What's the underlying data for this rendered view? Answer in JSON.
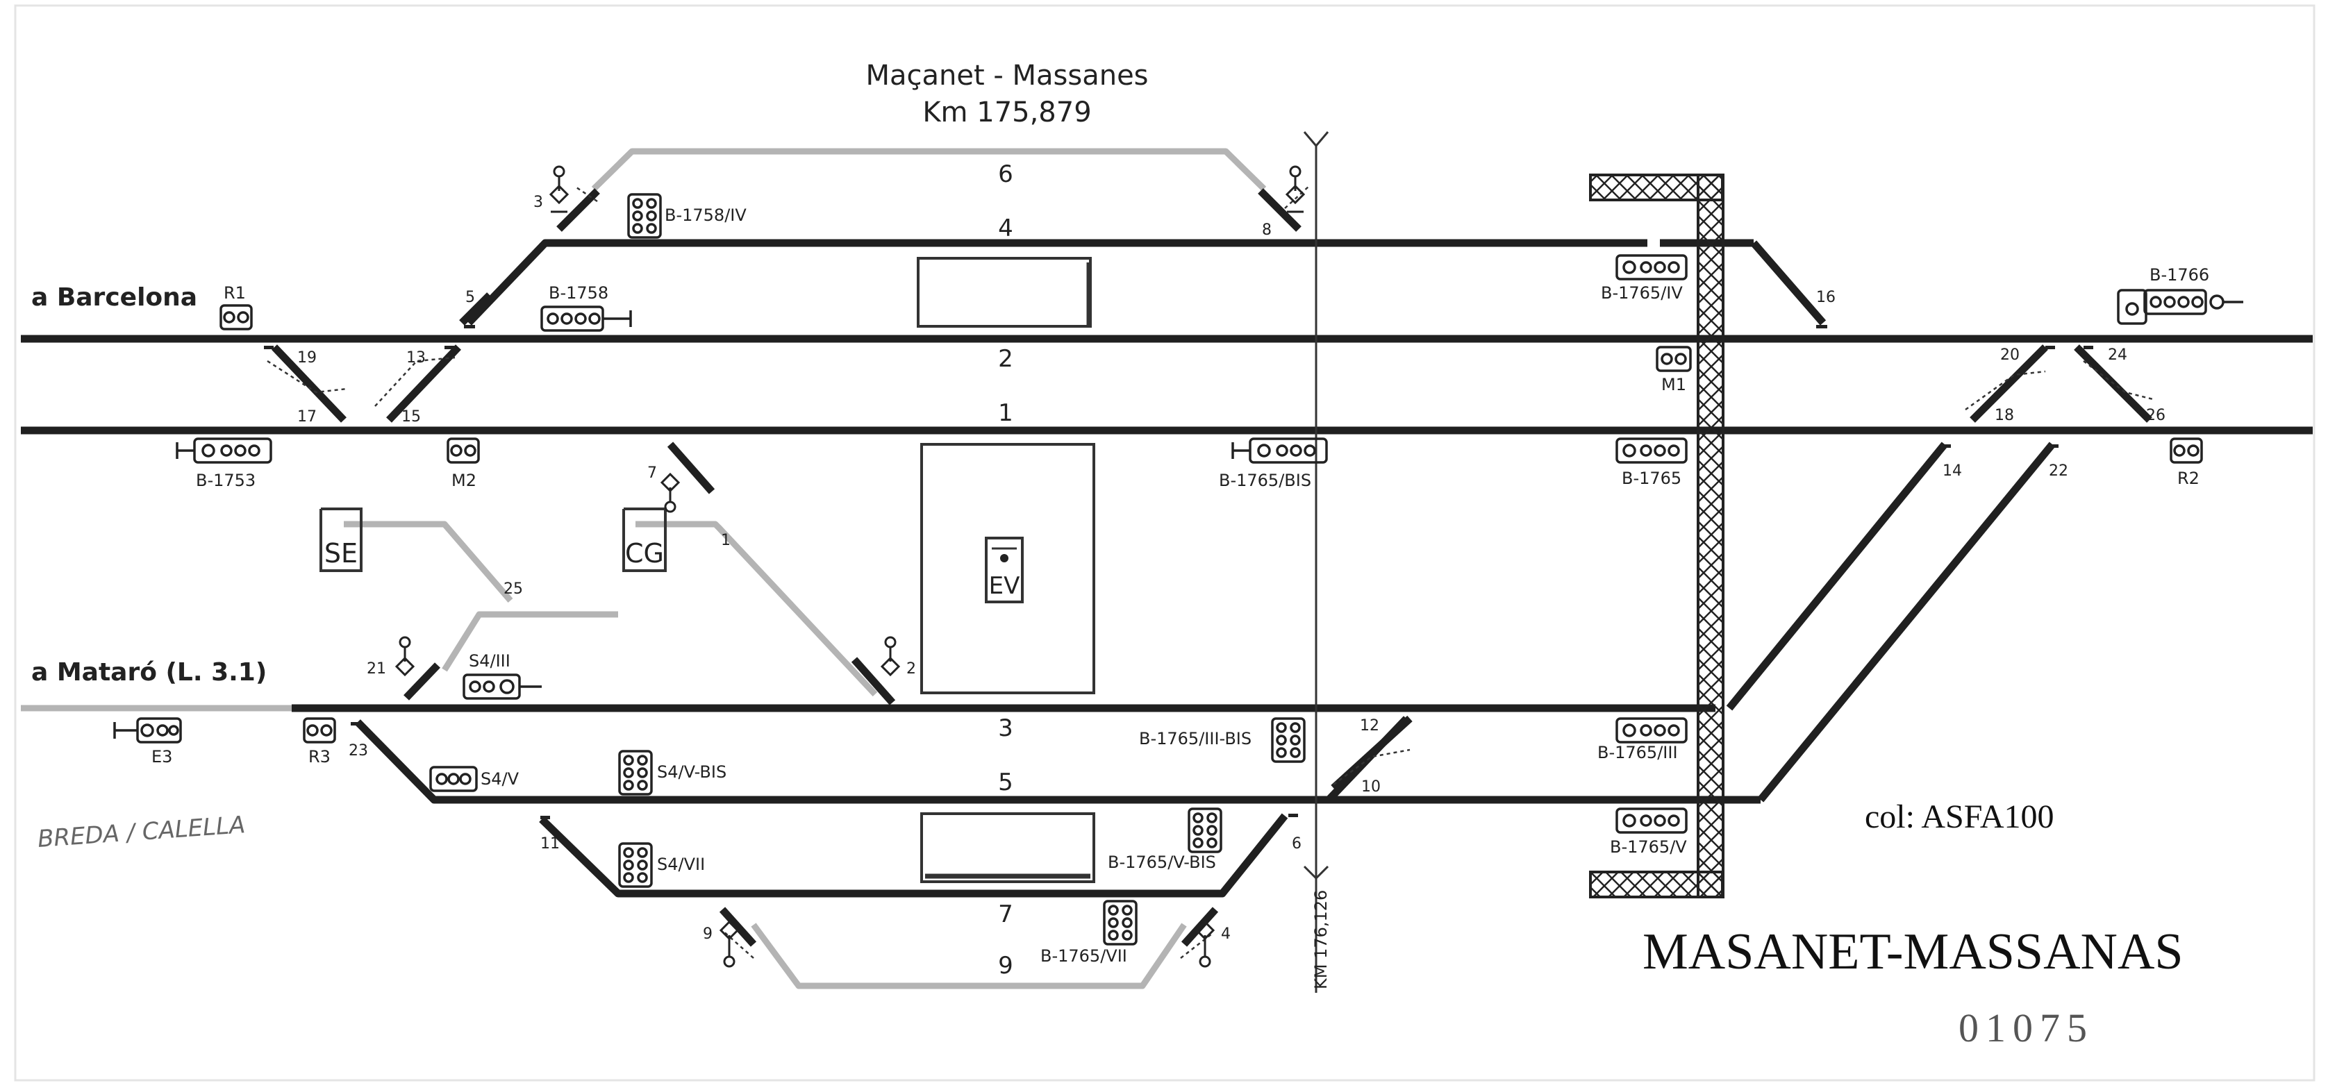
{
  "header": {
    "station": "Maçanet - Massanes",
    "km": "Km 175,879"
  },
  "directions": {
    "barcelona": "a Barcelona",
    "mataro": "a Mataró (L. 3.1)",
    "note": "BREDA / CALELLA"
  },
  "tracks": [
    "6",
    "4",
    "2",
    "1",
    "3",
    "5",
    "7",
    "9"
  ],
  "signals": {
    "r1": "R1",
    "b1758_iv": "B-1758/IV",
    "b1758": "B-1758",
    "b1753": "B-1753",
    "m2": "M2",
    "b1765_iv": "B-1765/IV",
    "b1766": "B-1766",
    "m1": "M1",
    "b1765_bis": "B-1765/BIS",
    "b1765": "B-1765",
    "r2": "R2",
    "s4_iii": "S4/III",
    "e3": "E3",
    "r3": "R3",
    "s4_v": "S4/V",
    "s4_v_bis": "S4/V-BIS",
    "s4_vii": "S4/VII",
    "b1765_iii_bis": "B-1765/III-BIS",
    "b1765_iii": "B-1765/III",
    "b1765_v": "B-1765/V",
    "b1765_v_bis": "B-1765/V-BIS",
    "b1765_vii": "B-1765/VII"
  },
  "switches": {
    "s3": "3",
    "s5": "5",
    "s8": "8",
    "s16": "16",
    "s19": "19",
    "s17": "17",
    "s13": "13",
    "s15": "15",
    "s20": "20",
    "s24": "24",
    "s18": "18",
    "s26": "26",
    "s14": "14",
    "s22": "22",
    "s7": "7",
    "s1": "1",
    "s25": "25",
    "s2": "2",
    "s21": "21",
    "s23": "23",
    "s11": "11",
    "s12": "12",
    "s10": "10",
    "s6": "6",
    "s9": "9",
    "s4": "4"
  },
  "sidings": {
    "se": "SE",
    "cg": "CG"
  },
  "building": "EV",
  "km_post": "KM 176,126",
  "footer": {
    "col": "col: ASFA100",
    "title": "MASANET-MASSANAS",
    "number": "01075"
  },
  "colors": {
    "track": "#202020",
    "secondary": "#b4b4b4",
    "background": "#ffffff"
  }
}
